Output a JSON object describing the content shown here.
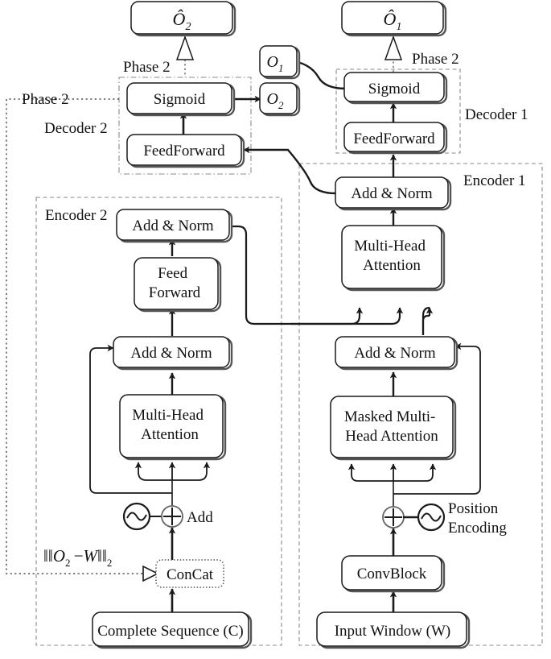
{
  "figure": {
    "title": "Dual Transformer Encoder-Decoder Architecture",
    "type": "diagram"
  },
  "colors": {
    "stroke": "#1a1a1a",
    "box_fill": "#ffffff",
    "region_dashed": "#8a8a8a",
    "dotted_phase": "#555555",
    "text": "#111111"
  },
  "blocks": {
    "o2_hat": "Ô",
    "o2_hat_sub": "2",
    "o1_hat": "Ô",
    "o1_hat_sub": "1",
    "o1_out": "O",
    "o1_out_sub": "1",
    "o2_out": "O",
    "o2_out_sub": "2",
    "sigmoid_left": "Sigmoid",
    "sigmoid_right": "Sigmoid",
    "feedforward_left": "FeedForward",
    "feedforward_right": "FeedForward",
    "add_norm_e1_top": "Add & Norm",
    "add_norm_e1_bottom": "Add & Norm",
    "add_norm_e2_top": "Add & Norm",
    "add_norm_e2_bottom": "Add & Norm",
    "feed_forward_e2_line1": "Feed",
    "feed_forward_e2_line2": "Forward",
    "multi_head_e2_line1": "Multi-Head",
    "multi_head_e2_line2": "Attention",
    "multi_head_e1_line1": "Multi-Head",
    "multi_head_e1_line2": "Attention",
    "masked_mha_line1": "Masked Multi-",
    "masked_mha_line2": "Head Attention",
    "concat": "ConCat",
    "convblock": "ConvBlock",
    "complete_sequence": "Complete Sequence (C)",
    "input_window": "Input Window (W)"
  },
  "regions": {
    "phase2_top_left": "Phase 2",
    "phase2_left": "Phase 2",
    "phase2_right": "Phase 2",
    "decoder2": "Decoder 2",
    "decoder1": "Decoder 1",
    "encoder2": "Encoder 2",
    "encoder1": "Encoder 1"
  },
  "annotations": {
    "add_label": "Add",
    "position_encoding_line1": "Position",
    "position_encoding_line2": "Encoding",
    "loss_norm_open": "‖",
    "loss_o": "O",
    "loss_o_sub": "2",
    "loss_minus": "−",
    "loss_w": "W",
    "loss_norm_close": "‖",
    "loss_norm_sub": "2"
  },
  "icons": {
    "sine_wave_left": "sine-wave-icon",
    "sine_wave_right": "sine-wave-icon",
    "plus_circle_left": "plus-circle-icon",
    "plus_circle_right": "plus-circle-icon",
    "hollow_arrow_left": "hollow-triangle-arrow-icon",
    "hollow_arrow_right": "hollow-triangle-arrow-icon",
    "hollow_arrow_concat": "hollow-triangle-arrow-icon"
  }
}
